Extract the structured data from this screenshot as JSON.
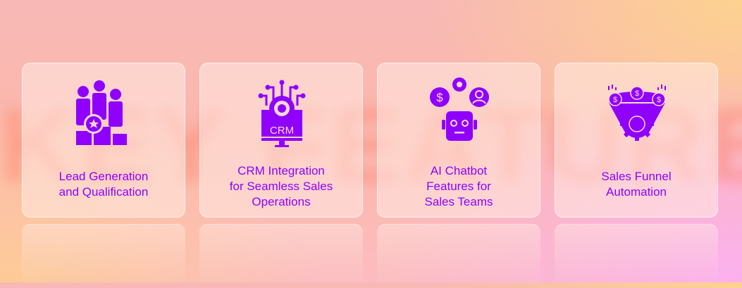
{
  "background_title": "KEY FEATURES",
  "accent_color": "#8f00ff",
  "cards": [
    {
      "icon": "people-search-icon",
      "label_lines": [
        "Lead Generation",
        "and Qualification"
      ]
    },
    {
      "icon": "crm-monitor-icon",
      "icon_text": "CRM",
      "label_lines": [
        "CRM Integration",
        "for Seamless Sales",
        "Operations"
      ]
    },
    {
      "icon": "ai-chatbot-icon",
      "label_lines": [
        "AI Chatbot",
        "Features for",
        "Sales Teams"
      ]
    },
    {
      "icon": "sales-funnel-icon",
      "label_lines": [
        "Sales Funnel",
        "Automation"
      ]
    }
  ]
}
